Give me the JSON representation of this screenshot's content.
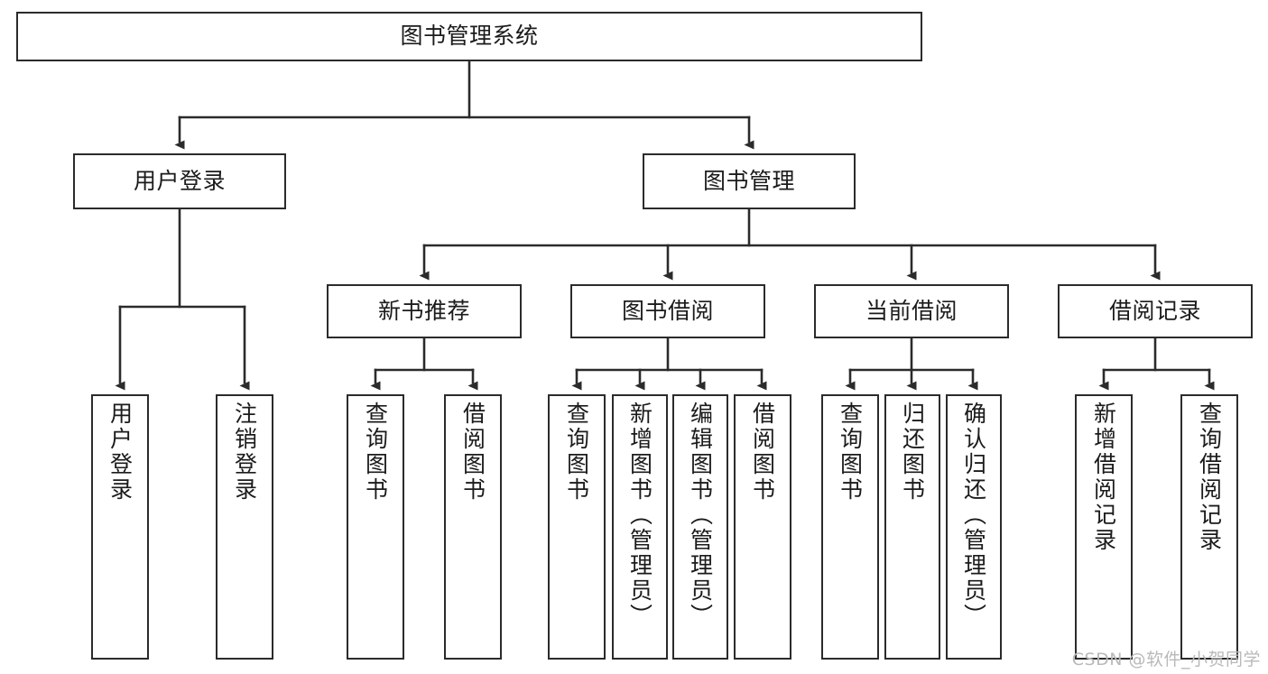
{
  "diagram": {
    "title": "图书管理系统",
    "type": "tree-hierarchy",
    "watermark": "CSDN @软件_小贺同学",
    "colors": {
      "stroke": "#2b2b2b",
      "fill": "#ffffff",
      "text": "#1b1b1b",
      "watermark": "#b9b9b9"
    },
    "root": {
      "label": "图书管理系统"
    },
    "level2": [
      {
        "label": "用户登录"
      },
      {
        "label": "图书管理"
      }
    ],
    "level3": [
      {
        "label": "新书推荐"
      },
      {
        "label": "图书借阅"
      },
      {
        "label": "当前借阅"
      },
      {
        "label": "借阅记录"
      }
    ],
    "leaves": {
      "user_login": [
        {
          "label": "用户登录"
        },
        {
          "label": "注销登录"
        }
      ],
      "new_book_recommend": [
        {
          "label": "查询图书"
        },
        {
          "label": "借阅图书"
        }
      ],
      "book_borrow": [
        {
          "label": "查询图书"
        },
        {
          "label": "新增图书（管理员）"
        },
        {
          "label": "编辑图书（管理员）"
        },
        {
          "label": "借阅图书"
        }
      ],
      "current_borrow": [
        {
          "label": "查询图书"
        },
        {
          "label": "归还图书"
        },
        {
          "label": "确认归还（管理员）"
        }
      ],
      "borrow_record": [
        {
          "label": "新增借阅记录"
        },
        {
          "label": "查询借阅记录"
        }
      ]
    }
  }
}
